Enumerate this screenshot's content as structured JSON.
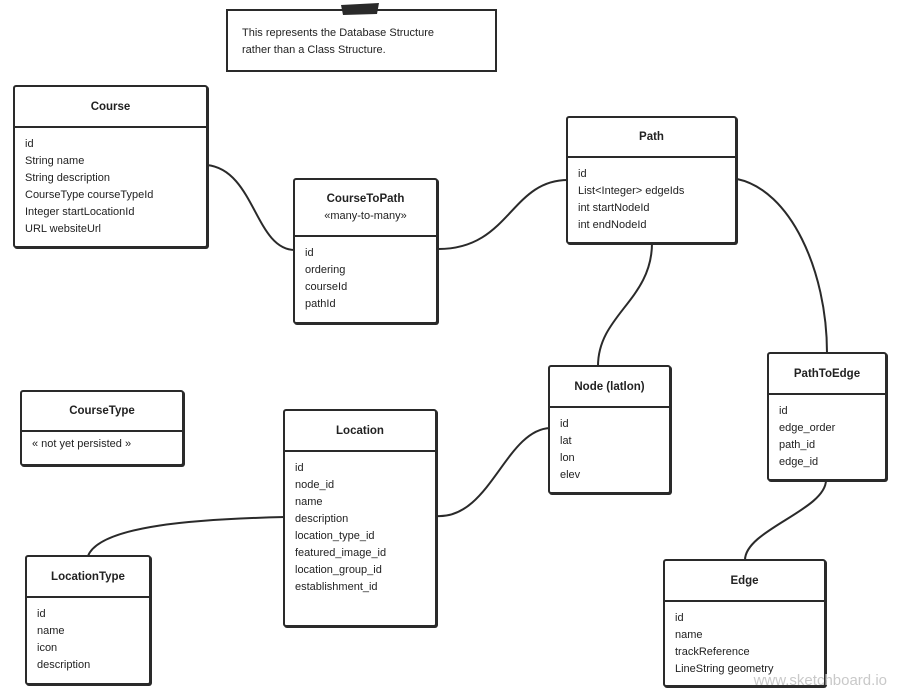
{
  "note": {
    "text": "This represents the Database Structure\nrather than a Class Structure."
  },
  "entities": {
    "course": {
      "title": "Course",
      "fields": [
        "id",
        "String name",
        "String description",
        "CourseType courseTypeId",
        "Integer startLocationId",
        "URL websiteUrl"
      ]
    },
    "course_to_path": {
      "title": "CourseToPath",
      "subtitle": "«many-to-many»",
      "fields": [
        "id",
        "ordering",
        "courseId",
        "pathId"
      ]
    },
    "path": {
      "title": "Path",
      "fields": [
        "id",
        "List<Integer> edgeIds",
        "int startNodeId",
        "int endNodeId"
      ]
    },
    "course_type": {
      "title": "CourseType",
      "fields": [
        "« not yet persisted »"
      ]
    },
    "location": {
      "title": "Location",
      "fields": [
        "id",
        "node_id",
        "name",
        "description",
        "location_type_id",
        "featured_image_id",
        "location_group_id",
        "establishment_id"
      ]
    },
    "node": {
      "title": "Node (latlon)",
      "fields": [
        "id",
        "lat",
        "lon",
        "elev"
      ]
    },
    "path_to_edge": {
      "title": "PathToEdge",
      "fields": [
        "id",
        "edge_order",
        "path_id",
        "edge_id"
      ]
    },
    "location_type": {
      "title": "LocationType",
      "fields": [
        "id",
        "name",
        "icon",
        "description"
      ]
    },
    "edge": {
      "title": "Edge",
      "fields": [
        "id",
        "name",
        "trackReference",
        "LineString geometry"
      ]
    }
  },
  "watermark": "www.sketchboard.io",
  "colors": {
    "stroke": "#2a2a2a",
    "background": "#ffffff",
    "watermark": "#c9c9c9"
  }
}
